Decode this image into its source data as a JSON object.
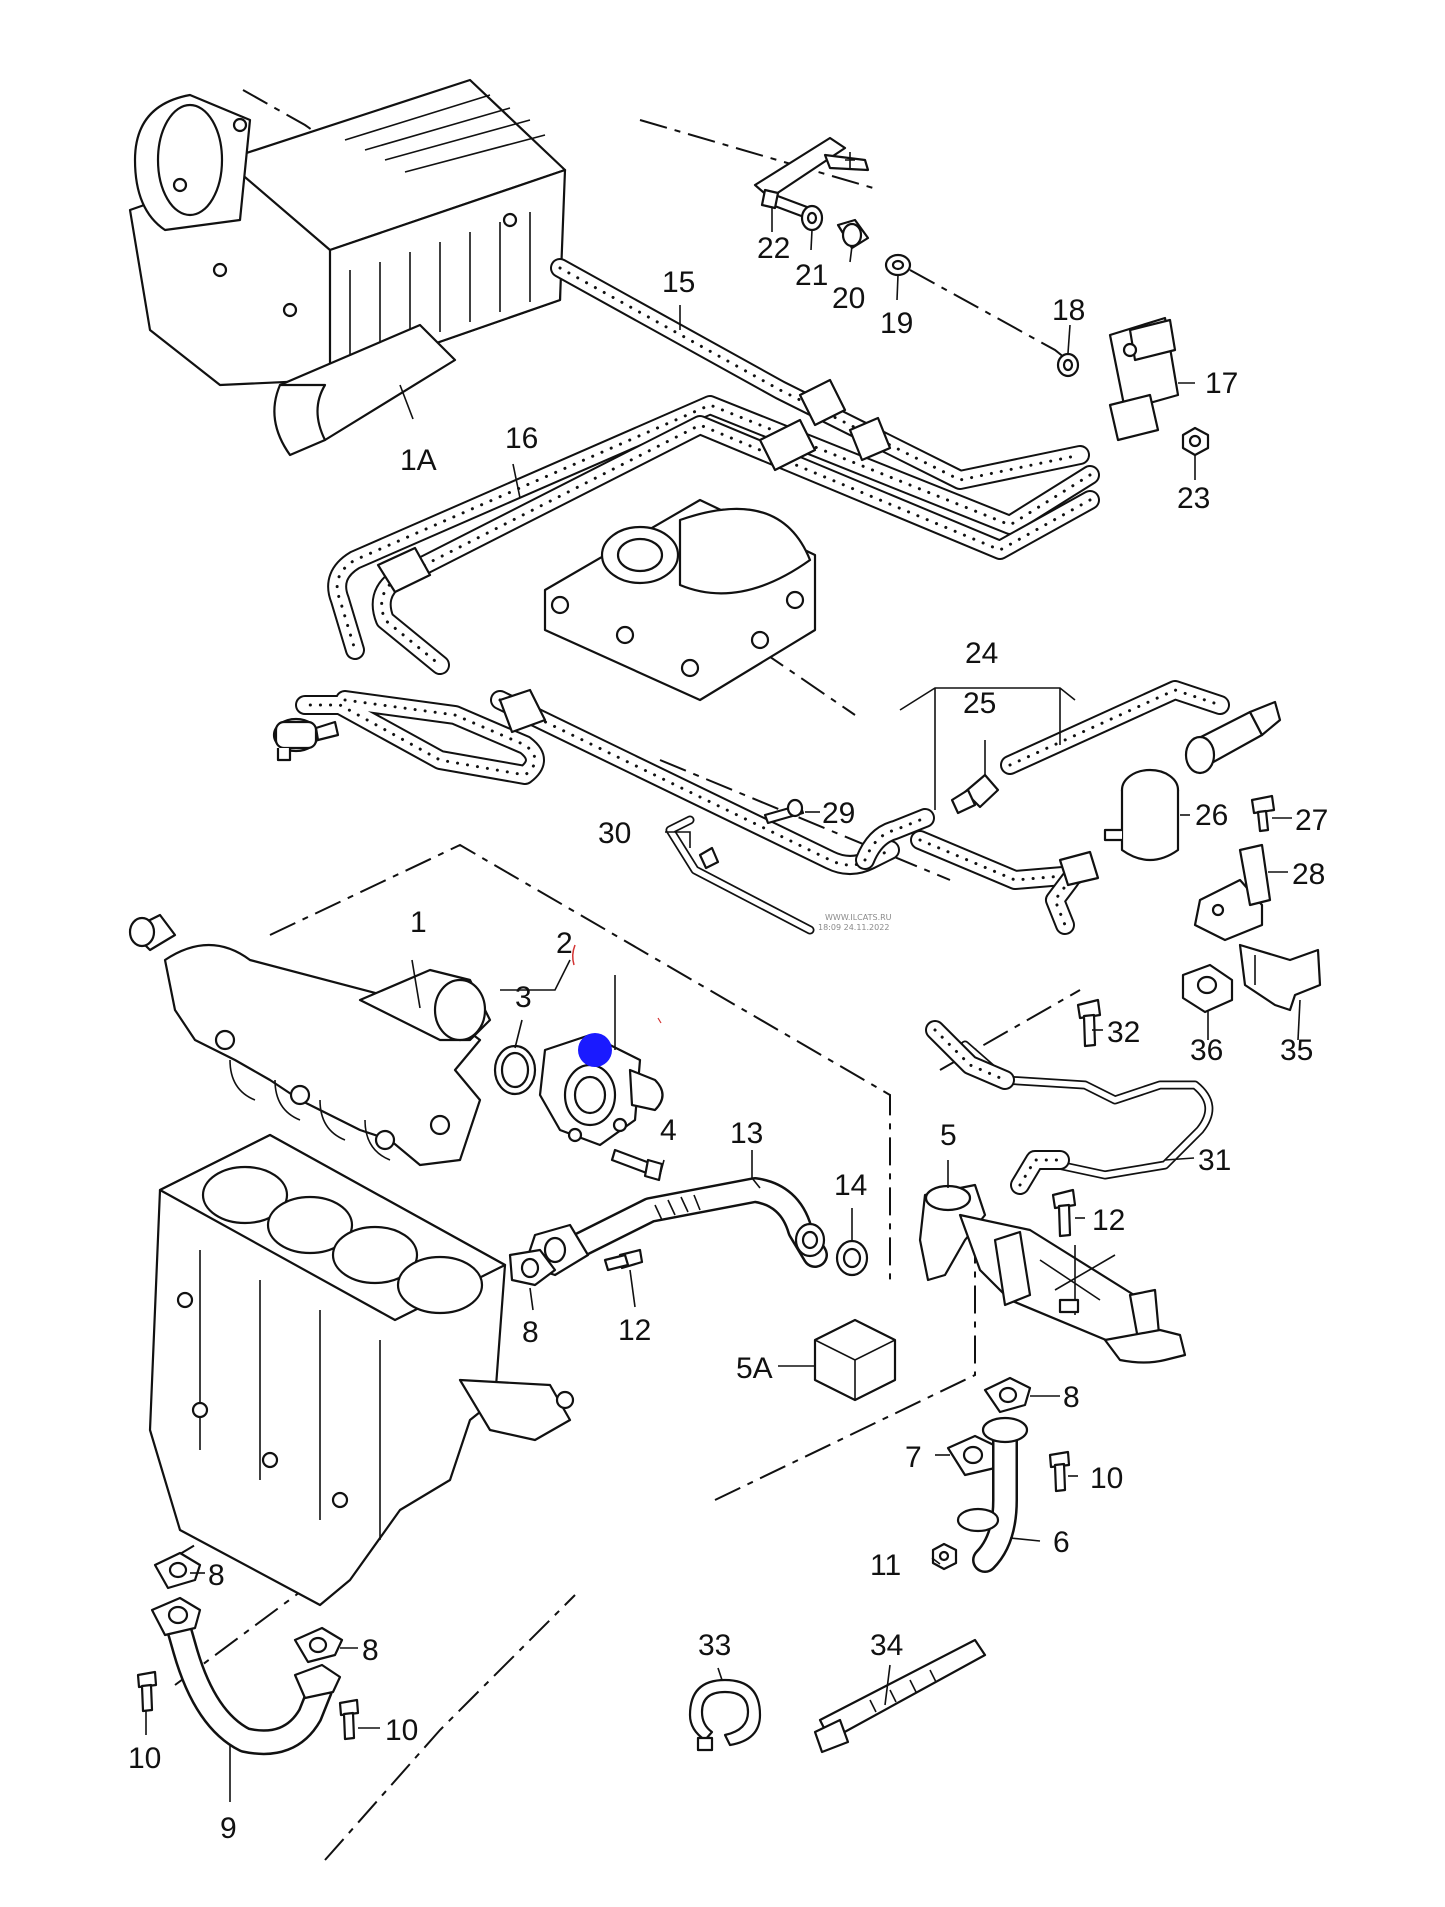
{
  "callouts": {
    "c1": "1",
    "c1A": "1A",
    "c2": "2",
    "c3": "3",
    "c4": "4",
    "c5": "5",
    "c5A": "5A",
    "c6": "6",
    "c7": "7",
    "c8a": "8",
    "c8b": "8",
    "c8c": "8",
    "c8d": "8",
    "c9": "9",
    "c10a": "10",
    "c10b": "10",
    "c10c": "10",
    "c11": "11",
    "c12a": "12",
    "c12b": "12",
    "c13": "13",
    "c14": "14",
    "c15": "15",
    "c16": "16",
    "c17": "17",
    "c18": "18",
    "c19": "19",
    "c20": "20",
    "c21": "21",
    "c22": "22",
    "c23": "23",
    "c24": "24",
    "c25": "25",
    "c26": "26",
    "c27": "27",
    "c28": "28",
    "c29": "29",
    "c30": "30",
    "c31": "31",
    "c32": "32",
    "c33": "33",
    "c34": "34",
    "c35": "35",
    "c36": "36"
  },
  "watermark": {
    "line1": "WWW.ILCATS.RU",
    "line2": "18:09 24.11.2022"
  },
  "colors": {
    "ink": "#111111",
    "paper": "#ffffff",
    "marker": "#1a1aff",
    "accent_mark": "#d33333"
  }
}
